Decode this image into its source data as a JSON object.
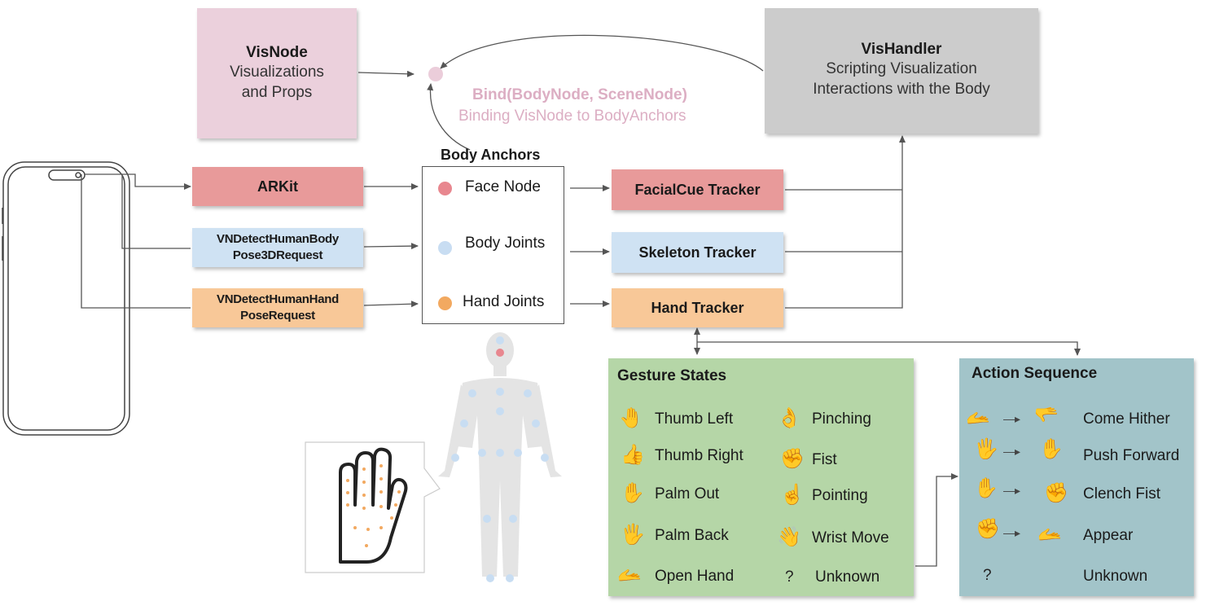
{
  "visnode": {
    "title": "VisNode",
    "line1": "Visualizations",
    "line2": "and Props"
  },
  "vishandler": {
    "title": "VisHandler",
    "line1": "Scripting Visualization",
    "line2": "Interactions with the Body"
  },
  "bind": {
    "line1": "Bind(BodyNode, SceneNode)",
    "line2": "Binding VisNode to BodyAnchors"
  },
  "sources": {
    "arkit": "ARKit",
    "body_line1": "VNDetectHumanBody",
    "body_line2": "Pose3DRequest",
    "hand_line1": "VNDetectHumanHand",
    "hand_line2": "PoseRequest"
  },
  "anchors": {
    "title": "Body Anchors",
    "face": "Face Node",
    "body": "Body Joints",
    "hand": "Hand Joints"
  },
  "trackers": {
    "facial": "FacialCue Tracker",
    "skeleton": "Skeleton Tracker",
    "hand": "Hand Tracker"
  },
  "gestures": {
    "title": "Gesture States",
    "items": [
      "Thumb Left",
      "Thumb Right",
      "Palm Out",
      "Palm Back",
      "Open Hand",
      "Pinching",
      "Fist",
      "Pointing",
      "Wrist Move",
      "Unknown"
    ],
    "unknown_symbol": "?"
  },
  "actions": {
    "title": "Action Sequence",
    "items": [
      "Come Hither",
      "Push Forward",
      "Clench Fist",
      "Appear",
      "Unknown"
    ],
    "unknown_symbol": "?"
  },
  "colors": {
    "visnode": "#ebd0dc",
    "vishandler": "#cccccc",
    "bind_text": "#dcaec3",
    "red": "#e89a9a",
    "blue": "#cfe2f3",
    "orange": "#f8c898",
    "face_dot": "#e8878f",
    "body_dot": "#c8ddf2",
    "hand_dot": "#f2a960",
    "gesture_panel": "#b5d6a7",
    "action_panel": "#a2c4c9"
  }
}
